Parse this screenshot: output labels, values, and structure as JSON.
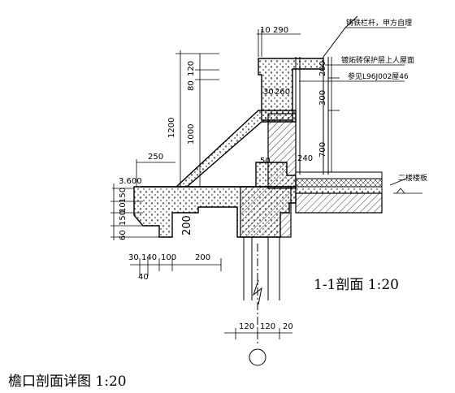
{
  "annotations": {
    "railing_note": "铸铁栏杆，甲方自理",
    "roof_note": "镀炻砖保护层上人屋面",
    "roof_ref": "参见L96J002屋46",
    "floor_label": "二楼楼板"
  },
  "dims": {
    "top_10": "10",
    "top_290": "290",
    "v_120": "120",
    "v_80": "80",
    "v_1200": "1200",
    "v_1000": "1000",
    "r_200": "200",
    "r_300": "300",
    "r_700": "700",
    "mid_30": "30",
    "mid_260": "260",
    "d_250": "250",
    "d_50": "50",
    "d_240": "240",
    "level": "3.600",
    "l_150a": "150",
    "l_10": "10",
    "l_150b": "150",
    "l_60": "60",
    "l_40": "40",
    "b_200": "200",
    "bottom_30": "30",
    "bottom_140": "140",
    "bottom_100": "100",
    "bottom_200": "200",
    "bottom_40": "40",
    "col_120a": "120",
    "col_120b": "120",
    "col_20": "20"
  },
  "section_label": "1-1剖面  1:20",
  "drawing_title": "檐口剖面详图  1:20"
}
